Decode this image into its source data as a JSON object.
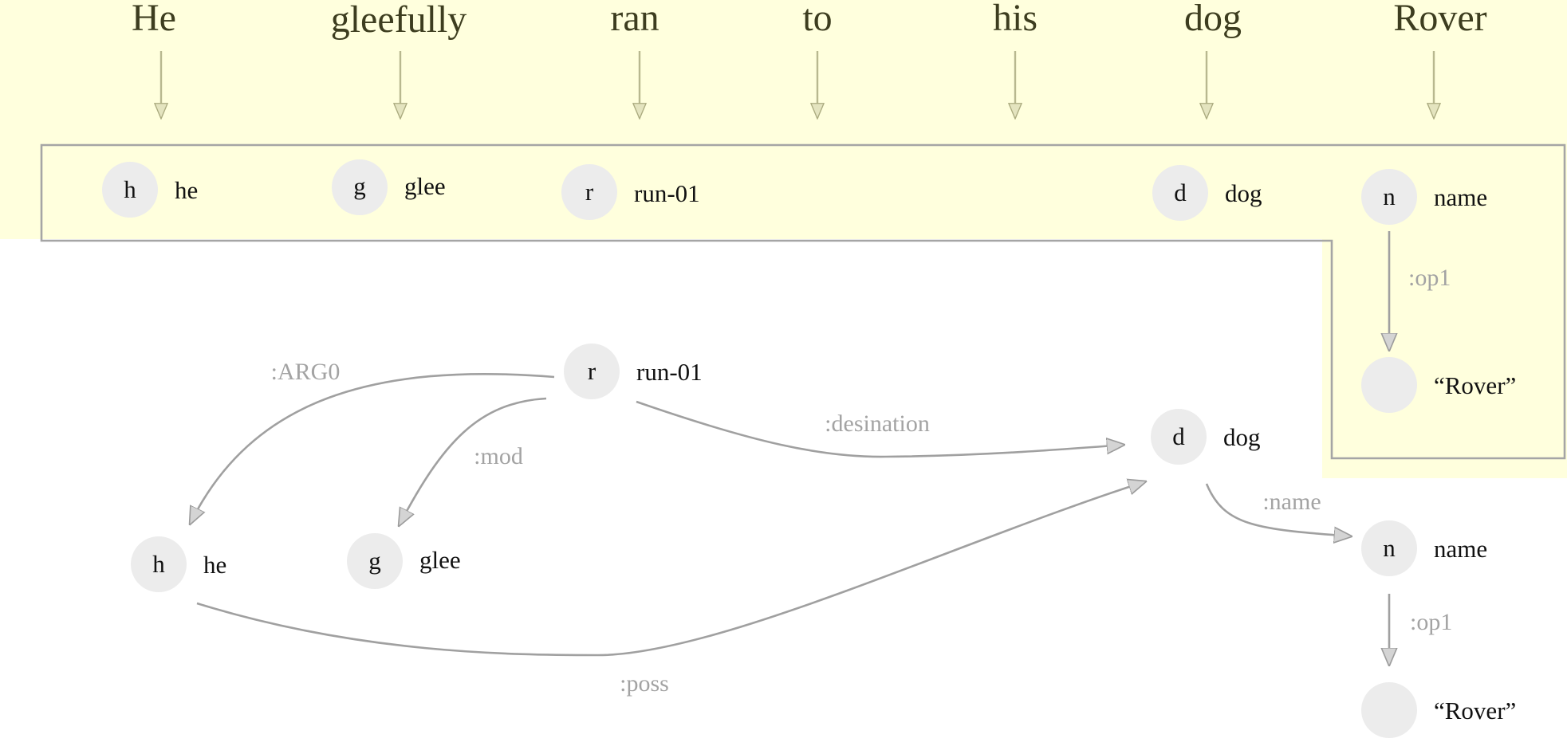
{
  "sentence": {
    "words": [
      "He",
      "gleefully",
      "ran",
      "to",
      "his",
      "dog",
      "Rover"
    ]
  },
  "aligned_nodes": [
    {
      "var": "h",
      "concept": "he"
    },
    {
      "var": "g",
      "concept": "glee"
    },
    {
      "var": "r",
      "concept": "run-01"
    },
    {
      "var": "d",
      "concept": "dog"
    },
    {
      "var": "n",
      "concept": "name"
    },
    {
      "var": "",
      "concept": "“Rover”"
    }
  ],
  "aligned_edges": [
    {
      "label": ":op1"
    }
  ],
  "graph": {
    "nodes": [
      {
        "var": "r",
        "concept": "run-01"
      },
      {
        "var": "h",
        "concept": "he"
      },
      {
        "var": "g",
        "concept": "glee"
      },
      {
        "var": "d",
        "concept": "dog"
      },
      {
        "var": "n",
        "concept": "name"
      },
      {
        "var": "",
        "concept": "“Rover”"
      }
    ],
    "edges": [
      {
        "label": ":ARG0"
      },
      {
        "label": ":mod"
      },
      {
        "label": ":desination"
      },
      {
        "label": ":poss"
      },
      {
        "label": ":name"
      },
      {
        "label": ":op1"
      }
    ]
  },
  "colors": {
    "highlight_bg": "#ffffdd",
    "node_fill": "#ececec",
    "edge": "#a0a0a0",
    "word_text": "#3d3d1f"
  }
}
